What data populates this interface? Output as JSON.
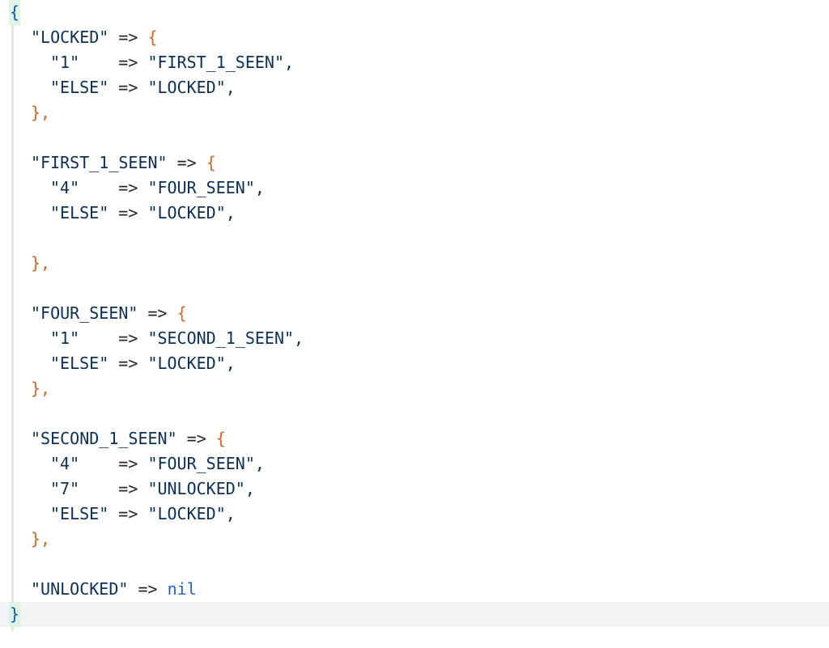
{
  "colors": {
    "outer_brace": "#0a58ca",
    "inner_brace": "#d9661f",
    "string": "#0b2f57",
    "keyword_nil": "#1f66c1",
    "brace_highlight": "#ddf4e4",
    "current_line": "#f3f4f6"
  },
  "tokens": {
    "open_outer": "{",
    "close_outer": "}",
    "open_inner": "{",
    "close_inner": "},",
    "arrow": "=>",
    "nil": "nil"
  },
  "states": {
    "locked": {
      "key": "\"LOCKED\"",
      "rules": [
        {
          "input": "\"1\"   ",
          "target": "\"FIRST_1_SEEN\","
        },
        {
          "input": "\"ELSE\"",
          "target": "\"LOCKED\","
        }
      ]
    },
    "first_1_seen": {
      "key": "\"FIRST_1_SEEN\"",
      "rules": [
        {
          "input": "\"4\"   ",
          "target": "\"FOUR_SEEN\","
        },
        {
          "input": "\"ELSE\"",
          "target": "\"LOCKED\","
        }
      ]
    },
    "four_seen": {
      "key": "\"FOUR_SEEN\"",
      "rules": [
        {
          "input": "\"1\"   ",
          "target": "\"SECOND_1_SEEN\","
        },
        {
          "input": "\"ELSE\"",
          "target": "\"LOCKED\","
        }
      ]
    },
    "second_1_seen": {
      "key": "\"SECOND_1_SEEN\"",
      "rules": [
        {
          "input": "\"4\"   ",
          "target": "\"FOUR_SEEN\","
        },
        {
          "input": "\"7\"   ",
          "target": "\"UNLOCKED\","
        },
        {
          "input": "\"ELSE\"",
          "target": "\"LOCKED\","
        }
      ]
    },
    "unlocked": {
      "key": "\"UNLOCKED\""
    }
  }
}
